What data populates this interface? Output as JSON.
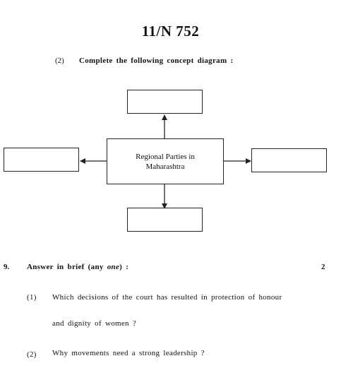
{
  "header": {
    "paper_code": "11/N 752"
  },
  "q2": {
    "number": "(2)",
    "instruction": "Complete the following concept diagram :",
    "diagram": {
      "center_text_line1": "Regional Parties in",
      "center_text_line2": "Maharashtra",
      "empty_boxes": [
        "top",
        "left",
        "right",
        "bottom"
      ]
    }
  },
  "q9": {
    "number": "9.",
    "heading_prefix": "Answer in brief (any",
    "heading_emphasis": "one",
    "heading_suffix": ") :",
    "marks": "2",
    "subquestions": [
      {
        "number": "(1)",
        "line1": "Which decisions of the court has resulted in protection of honour",
        "line2": "and dignity of women ?"
      },
      {
        "number": "(2)",
        "line1": "Why movements need a strong leadership ?"
      }
    ]
  }
}
